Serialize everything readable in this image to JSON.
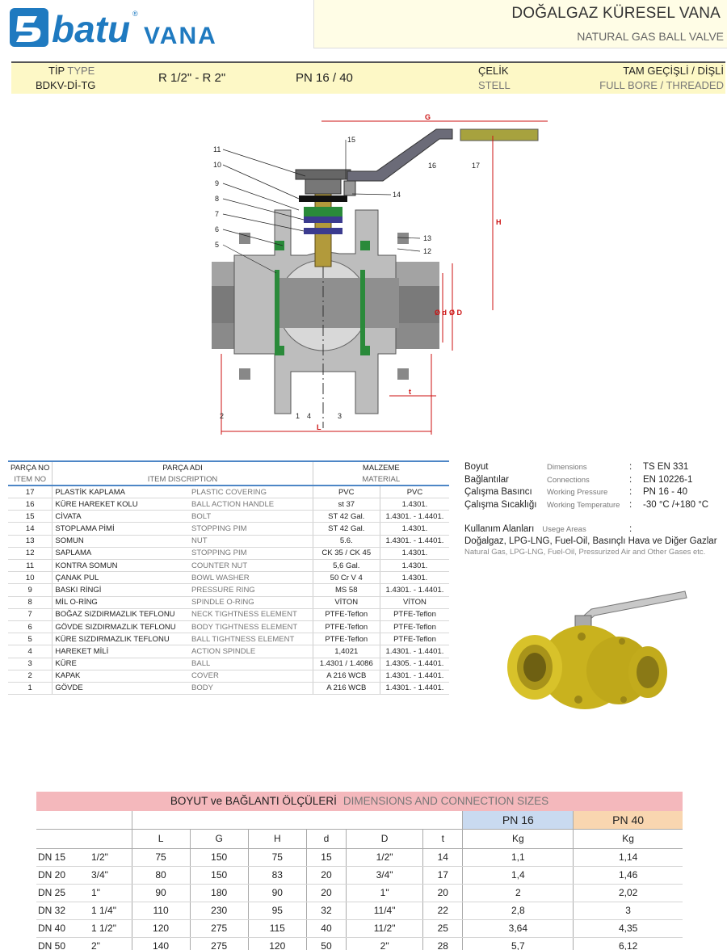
{
  "brand": {
    "logo_text": "batu",
    "logo_sub": "VANA",
    "logo_mark": "®"
  },
  "title": {
    "tr": "DOĞALGAZ KÜRESEL VANA",
    "en": "NATURAL GAS BALL VALVE"
  },
  "typebar": {
    "tip_tr": "TİP",
    "tip_en": "TYPE",
    "code": "BDKV-Dİ-TG",
    "size": "R 1/2\" - R 2\"",
    "pressure": "PN 16 / 40",
    "material_tr": "ÇELİK",
    "material_en": "STELL",
    "bore_tr": "TAM GEÇİŞLİ / DİŞLİ",
    "bore_en": "FULL BORE / THREADED"
  },
  "diagram_labels": {
    "callouts": [
      "11",
      "10",
      "9",
      "8",
      "7",
      "6",
      "5",
      "15",
      "16",
      "17",
      "14",
      "13",
      "12",
      "2",
      "1",
      "4",
      "3"
    ],
    "dims": {
      "G": "G",
      "H": "H",
      "d": "Ø d",
      "D": "Ø D",
      "t": "t",
      "L": "L"
    }
  },
  "parts_table": {
    "head": {
      "no_tr": "PARÇA NO",
      "no_en": "ITEM NO",
      "name_tr": "PARÇA ADI",
      "name_en": "ITEM DISCRIPTION",
      "mat_tr": "MALZEME",
      "mat_en": "MATERIAL"
    },
    "rows": [
      {
        "no": "17",
        "tr": "PLASTİK KAPLAMA",
        "en": "PLASTIC COVERING",
        "m1": "PVC",
        "m2": "PVC"
      },
      {
        "no": "16",
        "tr": "KÜRE HAREKET KOLU",
        "en": "BALL ACTION HANDLE",
        "m1": "st 37",
        "m2": "1.4301."
      },
      {
        "no": "15",
        "tr": "CİVATA",
        "en": "BOLT",
        "m1": "ST 42 Gal.",
        "m2": "1.4301. - 1.4401."
      },
      {
        "no": "14",
        "tr": "STOPLAMA PİMİ",
        "en": "STOPPING PIM",
        "m1": "ST 42 Gal.",
        "m2": "1.4301."
      },
      {
        "no": "13",
        "tr": "SOMUN",
        "en": "NUT",
        "m1": "5.6.",
        "m2": "1.4301. - 1.4401."
      },
      {
        "no": "12",
        "tr": "SAPLAMA",
        "en": "STOPPING PIM",
        "m1": "CK 35 / CK 45",
        "m2": "1.4301."
      },
      {
        "no": "11",
        "tr": "KONTRA SOMUN",
        "en": "COUNTER NUT",
        "m1": "5,6 Gal.",
        "m2": "1.4301."
      },
      {
        "no": "10",
        "tr": "ÇANAK PUL",
        "en": "BOWL WASHER",
        "m1": "50 Cr V 4",
        "m2": "1.4301."
      },
      {
        "no": "9",
        "tr": "BASKI RİNGİ",
        "en": "PRESSURE RING",
        "m1": "MS 58",
        "m2": "1.4301. - 1.4401."
      },
      {
        "no": "8",
        "tr": "MİL O-RİNG",
        "en": "SPINDLE O-RING",
        "m1": "VİTON",
        "m2": "VİTON"
      },
      {
        "no": "7",
        "tr": "BOĞAZ SIZDIRMAZLIK TEFLONU",
        "en": "NECK TIGHTNESS ELEMENT",
        "m1": "PTFE-Teflon",
        "m2": "PTFE-Teflon"
      },
      {
        "no": "6",
        "tr": "GÖVDE SIZDIRMAZLIK TEFLONU",
        "en": "BODY TIGHTNESS ELEMENT",
        "m1": "PTFE-Teflon",
        "m2": "PTFE-Teflon"
      },
      {
        "no": "5",
        "tr": "KÜRE SIZDIRMAZLIK TEFLONU",
        "en": "BALL TIGHTNESS ELEMENT",
        "m1": "PTFE-Teflon",
        "m2": "PTFE-Teflon"
      },
      {
        "no": "4",
        "tr": "HAREKET MİLİ",
        "en": "ACTION SPINDLE",
        "m1": "1,4021",
        "m2": "1.4301. - 1.4401."
      },
      {
        "no": "3",
        "tr": "KÜRE",
        "en": "BALL",
        "m1": "1.4301 / 1.4086",
        "m2": "1.4305. - 1.4401."
      },
      {
        "no": "2",
        "tr": "KAPAK",
        "en": "COVER",
        "m1": "A 216 WCB",
        "m2": "1.4301. - 1.4401."
      },
      {
        "no": "1",
        "tr": "GÖVDE",
        "en": "BODY",
        "m1": "A 216 WCB",
        "m2": "1.4301. - 1.4401."
      }
    ]
  },
  "specs": [
    {
      "tr": "Boyut",
      "en": "Dimensions",
      "val": "TS EN 331"
    },
    {
      "tr": "Bağlantılar",
      "en": "Connections",
      "val": "EN 10226-1"
    },
    {
      "tr": "Çalışma Basıncı",
      "en": "Working Pressure",
      "val": "PN 16 - 40"
    },
    {
      "tr": "Çalışma Sıcaklığı",
      "en": "Working Temperature",
      "val": "-30 °C /+180 °C"
    }
  ],
  "usage": {
    "tr_label": "Kullanım Alanları",
    "en_label": "Usege Areas",
    "tr": "Doğalgaz, LPG-LNG, Fuel-Oil, Basınçlı Hava ve Diğer Gazlar",
    "en": "Natural Gas, LPG-LNG, Fuel-Oil, Pressurized Air and Other Gases etc."
  },
  "dim_table": {
    "title_tr": "BOYUT ve BAĞLANTI ÖLÇÜLERİ",
    "title_en": "DIMENSIONS AND CONNECTION SIZES",
    "pn16": "PN 16",
    "pn40": "PN 40",
    "headers": [
      "L",
      "G",
      "H",
      "d",
      "D",
      "t",
      "Kg",
      "Kg"
    ],
    "rows": [
      {
        "dn": "DN 15",
        "size": "1/2\"",
        "L": "75",
        "G": "150",
        "H": "75",
        "d": "15",
        "D": "1/2\"",
        "t": "14",
        "kg16": "1,1",
        "kg40": "1,14"
      },
      {
        "dn": "DN 20",
        "size": "3/4\"",
        "L": "80",
        "G": "150",
        "H": "83",
        "d": "20",
        "D": "3/4\"",
        "t": "17",
        "kg16": "1,4",
        "kg40": "1,46"
      },
      {
        "dn": "DN 25",
        "size": "1\"",
        "L": "90",
        "G": "180",
        "H": "90",
        "d": "20",
        "D": "1\"",
        "t": "20",
        "kg16": "2",
        "kg40": "2,02"
      },
      {
        "dn": "DN 32",
        "size": "1 1/4\"",
        "L": "110",
        "G": "230",
        "H": "95",
        "d": "32",
        "D": "11/4\"",
        "t": "22",
        "kg16": "2,8",
        "kg40": "3"
      },
      {
        "dn": "DN 40",
        "size": "1 1/2\"",
        "L": "120",
        "G": "275",
        "H": "115",
        "d": "40",
        "D": "11/2\"",
        "t": "25",
        "kg16": "3,64",
        "kg40": "4,35"
      },
      {
        "dn": "DN 50",
        "size": "2\"",
        "L": "140",
        "G": "275",
        "H": "120",
        "d": "50",
        "D": "2\"",
        "t": "28",
        "kg16": "5,7",
        "kg40": "6,12"
      }
    ]
  },
  "colors": {
    "logo_blue": "#1f7ac0",
    "typebar": "#fdf8c6",
    "pn16": "#c9daf0",
    "pn40": "#f9d6b0",
    "dim_header": "#f4b8bc",
    "rule_blue": "#4d86c6"
  }
}
